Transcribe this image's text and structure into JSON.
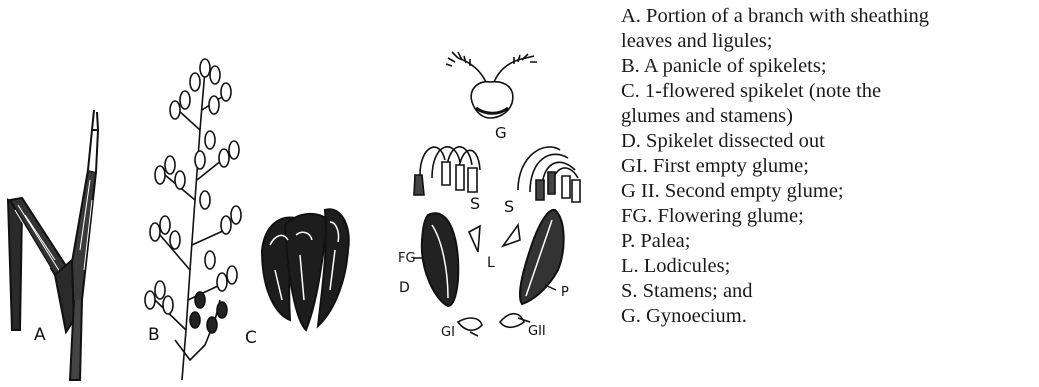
{
  "figure": {
    "labels": {
      "a": "A",
      "b": "B",
      "c": "C",
      "g": "G",
      "s_left": "S",
      "s_right": "S",
      "fg": "FG",
      "d": "D",
      "l": "L",
      "p": "P",
      "gi": "GI",
      "gii": "GII"
    }
  },
  "legend": {
    "lines": [
      "A. Portion of a branch with sheathing",
      "leaves and ligules;",
      "B. A panicle of spikelets;",
      "C. 1-flowered spikelet (note the",
      "glumes and stamens)",
      "D. Spikelet dissected out",
      "GI. First empty glume;",
      "G II. Second empty glume;",
      "FG. Flowering glume;",
      "P. Palea;",
      "L. Lodicules;",
      "S. Stamens; and",
      "G. Gynoecium."
    ]
  }
}
